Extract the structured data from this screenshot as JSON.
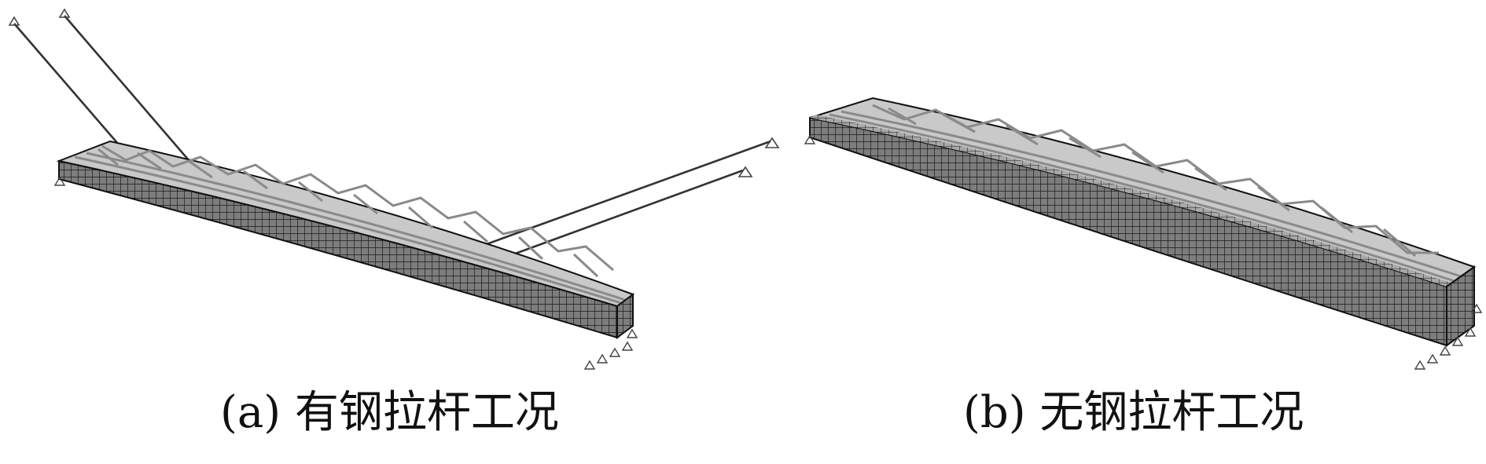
{
  "figure": {
    "panels": [
      {
        "id": "a",
        "caption": "(a) 有钢拉杆工况",
        "cables": true
      },
      {
        "id": "b",
        "caption": "(b) 无钢拉杆工况",
        "cables": false
      }
    ]
  },
  "colors": {
    "mesh_edge": "#1a1a1a",
    "mesh_face": "#7a7a7a",
    "mesh_face_light": "#b5b5b5",
    "truss": "#9a9a9a",
    "cable": "#333333",
    "support": "#444444"
  }
}
